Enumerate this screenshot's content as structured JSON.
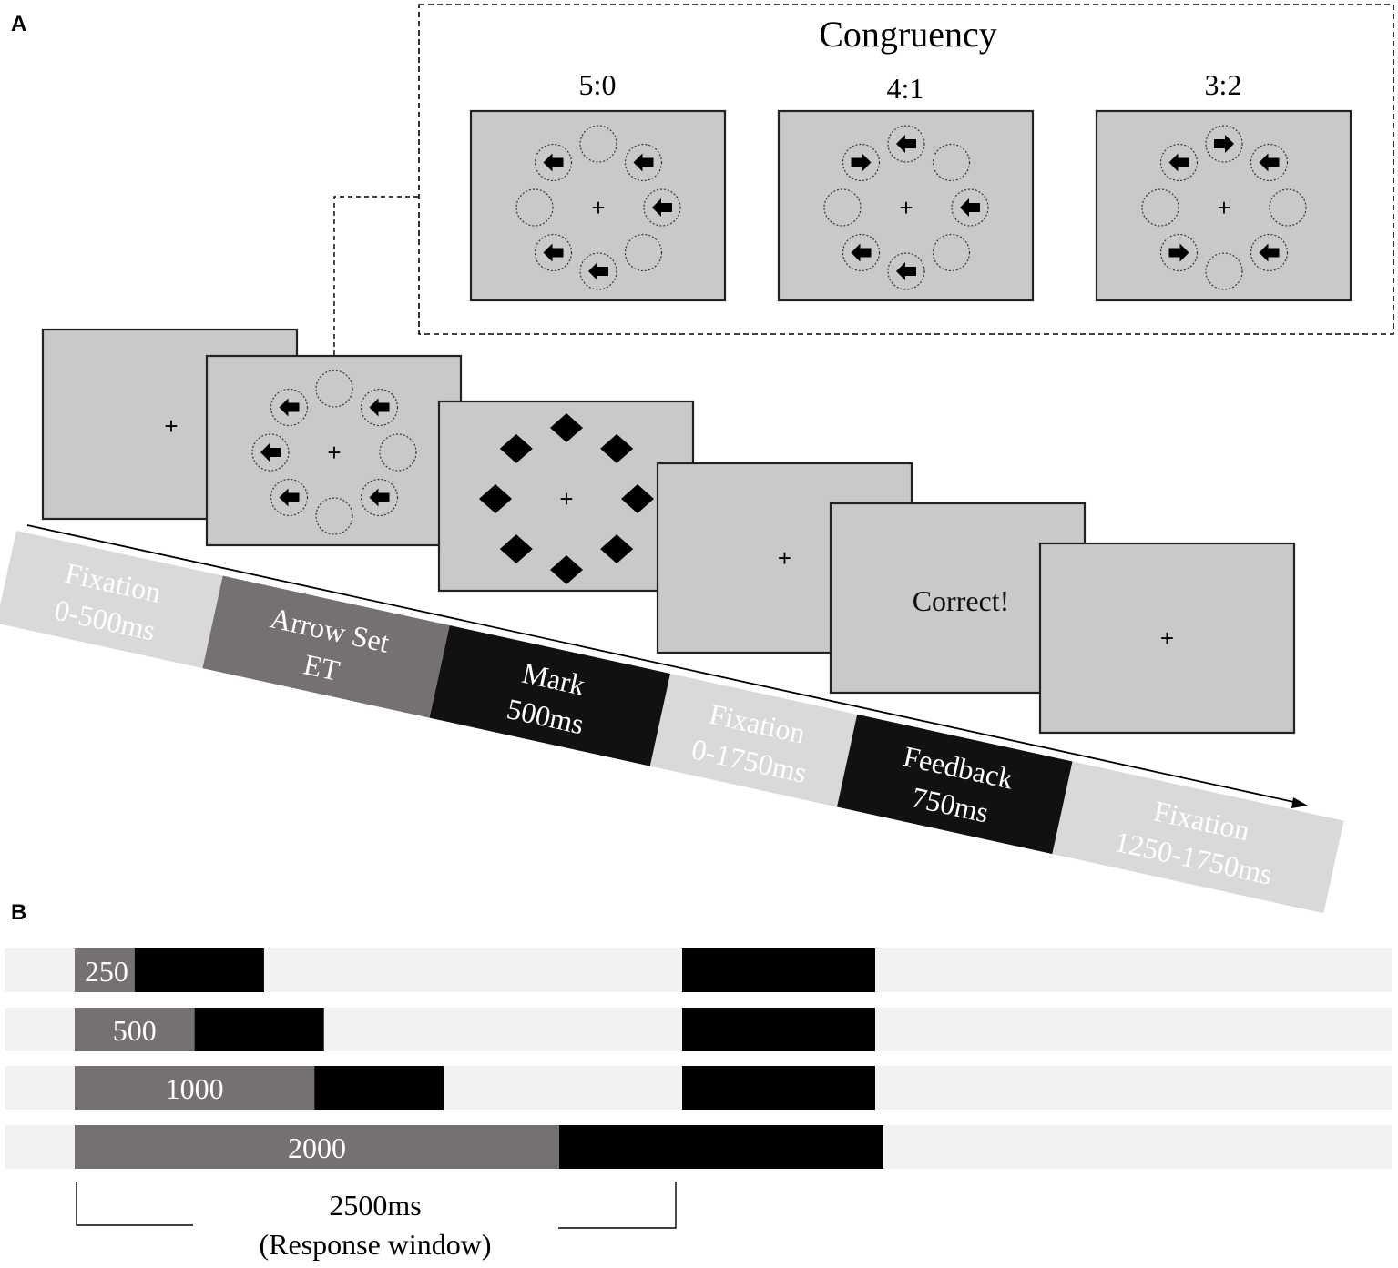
{
  "panel_a": {
    "label": "A",
    "congruency": {
      "title": "Congruency",
      "conditions": [
        {
          "ratio": "5:0",
          "arrows": [
            "",
            "left",
            "left",
            "",
            "left",
            "left",
            "",
            "left"
          ]
        },
        {
          "ratio": "4:1",
          "arrows": [
            "left",
            "",
            "left",
            "",
            "left",
            "left",
            "",
            "right"
          ]
        },
        {
          "ratio": "3:2",
          "arrows": [
            "right",
            "left",
            "",
            "left",
            "",
            "right",
            "",
            "left"
          ]
        }
      ]
    },
    "screens": [
      {
        "kind": "fixation",
        "cross": "+"
      },
      {
        "kind": "arrows",
        "cross": "+",
        "arrows": [
          "",
          "left",
          "",
          "left",
          "",
          "left",
          "left",
          "left"
        ]
      },
      {
        "kind": "mark",
        "cross": "+"
      },
      {
        "kind": "fixation",
        "cross": "+"
      },
      {
        "kind": "feedback",
        "text": "Correct!"
      },
      {
        "kind": "fixation",
        "cross": "+"
      }
    ],
    "timeline": [
      {
        "line1": "Fixation",
        "line2": "0-500ms",
        "color": "#d9d9d9",
        "text_color": "#ffffff"
      },
      {
        "line1": "Arrow Set",
        "line2": "ET",
        "color": "#767171",
        "text_color": "#ffffff"
      },
      {
        "line1": "Mark",
        "line2": "500ms",
        "color": "#111111",
        "text_color": "#ffffff"
      },
      {
        "line1": "Fixation",
        "line2": "0-1750ms",
        "color": "#d9d9d9",
        "text_color": "#ffffff"
      },
      {
        "line1": "Feedback",
        "line2": "750ms",
        "color": "#111111",
        "text_color": "#ffffff"
      },
      {
        "line1": "Fixation",
        "line2": "1250-1750ms",
        "color": "#d9d9d9",
        "text_color": "#ffffff"
      }
    ]
  },
  "panel_b": {
    "label": "B",
    "scale_ms": 2500,
    "rows": [
      {
        "arrow_ms": 250,
        "label": "250",
        "mark_ms": 500,
        "feedback": true
      },
      {
        "arrow_ms": 500,
        "label": "500",
        "mark_ms": 500,
        "feedback": true
      },
      {
        "arrow_ms": 1000,
        "label": "1000",
        "mark_ms": 500,
        "feedback": true
      },
      {
        "arrow_ms": 2000,
        "label": "2000",
        "mark_ms": 500,
        "feedback": true
      }
    ],
    "feedback_ms": 750,
    "bracket_label_line1": "2500ms",
    "bracket_label_line2": "(Response window)",
    "colors": {
      "arrow": "#767171",
      "mark": "#000000",
      "row_bg": "#f2f2f2"
    }
  },
  "colors": {
    "screen_fill": "#c8c9cb",
    "screen_stroke": "#222222"
  }
}
